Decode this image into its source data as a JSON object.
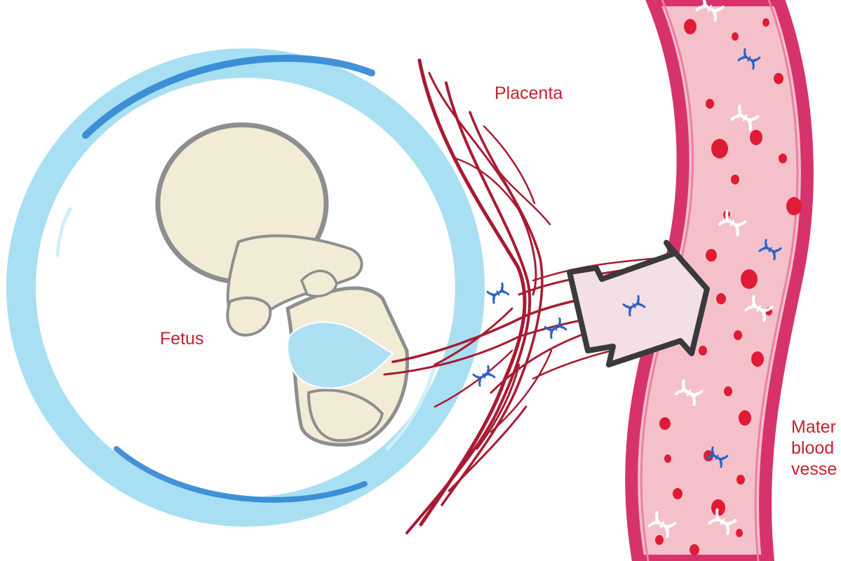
{
  "labels": {
    "placenta": "Placenta",
    "fetus": "Fetus",
    "maternal_line1": "Mater",
    "maternal_line2": "blood",
    "maternal_line3": "vesse"
  },
  "colors": {
    "label_text": "#c8202f",
    "amniotic_ring": "#a8dff2",
    "amniotic_ring_highlight": "#2f86d3",
    "fetus_fill": "#f2ecd6",
    "fetus_outline": "#8d8f8e",
    "umbilical_fluid": "#aee0f4",
    "vessel_red": "#a81b32",
    "maternal_vessel_wall": "#d6336c",
    "maternal_vessel_inner": "#f4c1cb",
    "blood_cell": "#e01b35",
    "dna_blue": "#2c62c4",
    "dna_white": "#ffffff",
    "arrow_fill": "#f4dfe6",
    "arrow_outline": "#3a3a3a"
  },
  "icons": [
    "dna-icon-blue",
    "dna-icon-white",
    "transfer-arrow"
  ]
}
